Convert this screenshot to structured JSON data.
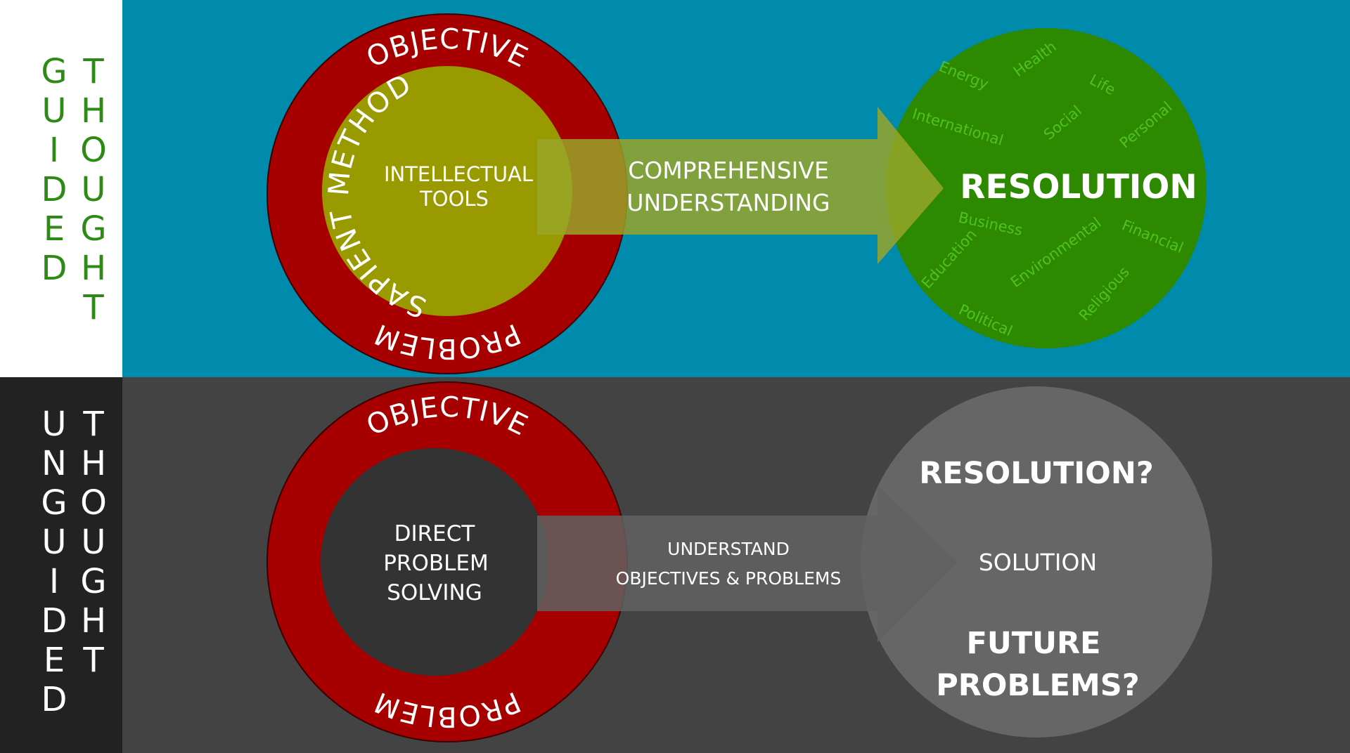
{
  "colors": {
    "guided_bg": "#008aab",
    "guided_side": "#ffffff",
    "unguided_bg": "#434343",
    "unguided_side": "#222222",
    "ring_red": "#a60000",
    "inner_olive": "#989a00",
    "arrow_olive": "#99a629",
    "resolution_green": "#2d8a00",
    "cloud_word_green": "#4fc21f",
    "side_letter_green": "#2d8a14",
    "unguided_inner": "#333333",
    "unguided_arrow": "#626262",
    "unguided_circle": "#666666",
    "text_white": "#ffffff"
  },
  "guided": {
    "side_label_col1": [
      "G",
      "U",
      "I",
      "D",
      "E",
      "D"
    ],
    "side_label_col2": [
      "T",
      "H",
      "O",
      "U",
      "G",
      "H",
      "T"
    ],
    "ring_top": "OBJECTIVE",
    "ring_bottom": "PROBLEM",
    "inner_arc": "SAPIENT METHOD",
    "inner_text": [
      "INTELLECTUAL",
      "TOOLS"
    ],
    "arrow_text": [
      "COMPREHENSIVE",
      "UNDERSTANDING"
    ],
    "resolution": "RESOLUTION",
    "cloud_words": [
      "Energy",
      "Health",
      "Life",
      "International",
      "Social",
      "Personal",
      "Business",
      "Financial",
      "Education",
      "Environmental",
      "Political",
      "Religious"
    ]
  },
  "unguided": {
    "side_label_col1": [
      "U",
      "N",
      "G",
      "U",
      "I",
      "D",
      "E",
      "D"
    ],
    "side_label_col2": [
      "T",
      "H",
      "O",
      "U",
      "G",
      "H",
      "T"
    ],
    "ring_top": "OBJECTIVE",
    "ring_bottom": "PROBLEM",
    "inner_text": [
      "DIRECT",
      "PROBLEM",
      "SOLVING"
    ],
    "arrow_text": [
      "UNDERSTAND",
      "OBJECTIVES & PROBLEMS"
    ],
    "outcomes": [
      "RESOLUTION?",
      "SOLUTION",
      "FUTURE",
      "PROBLEMS?"
    ]
  }
}
